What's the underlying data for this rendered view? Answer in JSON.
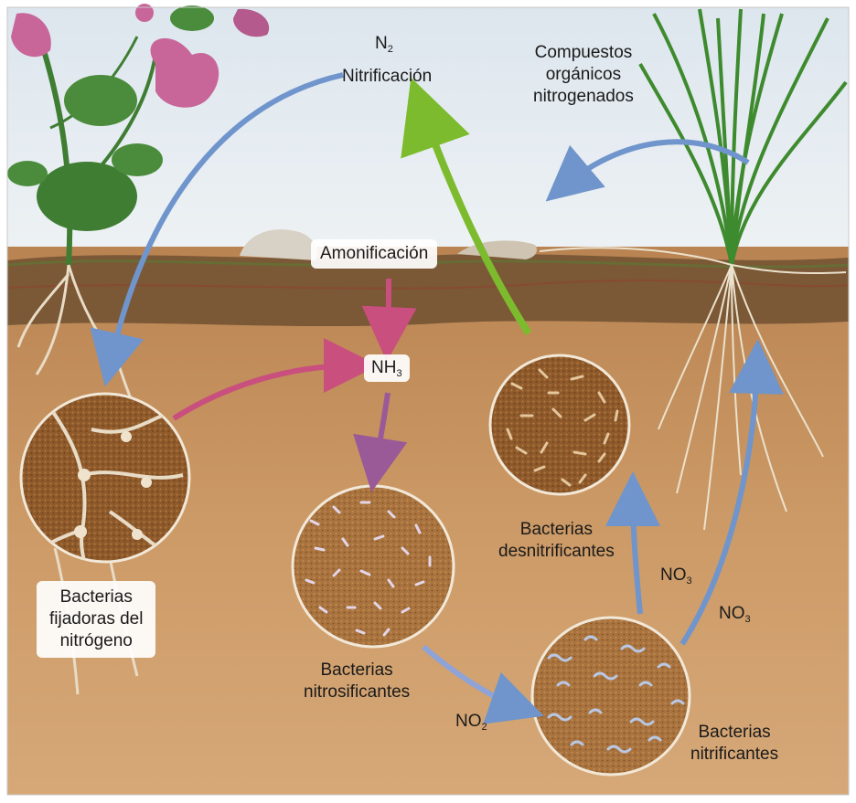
{
  "labels": {
    "n2_symbol": "N",
    "n2_sub": "2",
    "nitrificacion_top": "Nitrificación",
    "compuestos": [
      "Compuestos",
      "orgánicos",
      "nitrogenados"
    ],
    "amonificacion": "Amonificación",
    "nh3_symbol": "NH",
    "nh3_sub": "3",
    "fijadoras": [
      "Bacterias",
      "fijadoras del",
      "nitrógeno"
    ],
    "nitrosificantes": [
      "Bacterias",
      "nitrosificantes"
    ],
    "desnitrificantes": [
      "Bacterias",
      "desnitrificantes"
    ],
    "nitrificantes": [
      "Bacterias",
      "nitrificantes"
    ],
    "no2_symbol": "NO",
    "no2_sub": "2",
    "no3_a_symbol": "NO",
    "no3_a_sub": "3",
    "no3_b_symbol": "NO",
    "no3_b_sub": "3"
  },
  "colors": {
    "sky": "#e8eef3",
    "soil": "#c9935e",
    "topsoil": "#7a5a38",
    "arrow_blue": "#6f95cc",
    "arrow_pink": "#c94f7e",
    "arrow_purple": "#9a5a97",
    "arrow_green": "#7dbb2e",
    "flower": "#c8669a",
    "leaf": "#3f7d33"
  }
}
